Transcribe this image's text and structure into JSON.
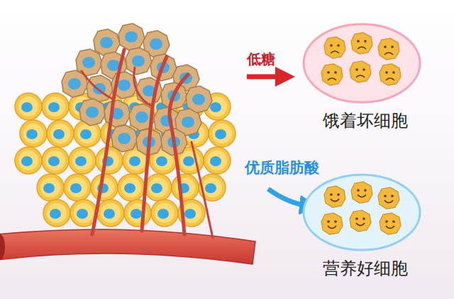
{
  "diagram": {
    "nodes": [
      {
        "text": [
          "饿着坏细胞"
        ]
      },
      {
        "text": [
          "营养好细胞"
        ]
      }
    ],
    "labels": [
      "低糖",
      "优质脂肪酸"
    ]
  }
}
